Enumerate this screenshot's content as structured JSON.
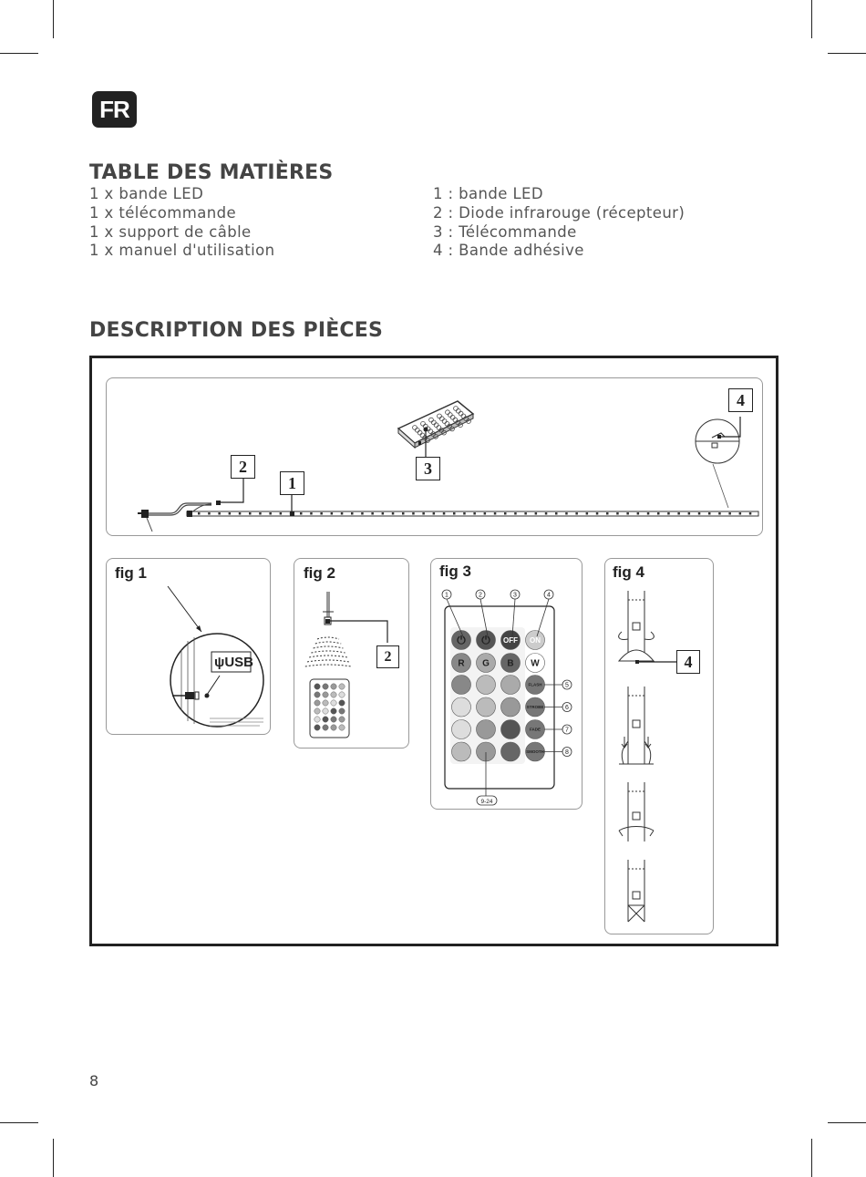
{
  "language_badge": "FR",
  "contents": {
    "title": "TABLE DES MATIÈRES",
    "items": [
      "1 x bande LED",
      "1 x télécommande",
      "1 x support de câble",
      "1 x manuel d'utilisation"
    ],
    "legend": [
      "1 : bande LED",
      "2 : Diode infrarouge (récepteur)",
      "3 : Télécommande",
      "4 : Bande adhésive"
    ]
  },
  "parts": {
    "title": "DESCRIPTION DES PIÈCES",
    "callouts": {
      "c1": "1",
      "c2": "2",
      "c3": "3",
      "c4": "4"
    },
    "fig1": {
      "label": "fig 1",
      "usb": "USB"
    },
    "fig2": {
      "label": "fig 2",
      "callout": "2"
    },
    "fig3": {
      "label": "fig 3",
      "numbers": [
        "1",
        "2",
        "3",
        "4",
        "5",
        "6",
        "7",
        "8"
      ],
      "range": "9-24",
      "keys": {
        "off": "OFF",
        "on": "ON",
        "r": "R",
        "g": "G",
        "b": "B",
        "w": "W",
        "flash": "FLASH",
        "strobe": "STROBE",
        "fade": "FADE",
        "smooth": "SMOOTH"
      }
    },
    "fig4": {
      "label": "fig 4",
      "callout": "4"
    }
  },
  "page_number": "8"
}
